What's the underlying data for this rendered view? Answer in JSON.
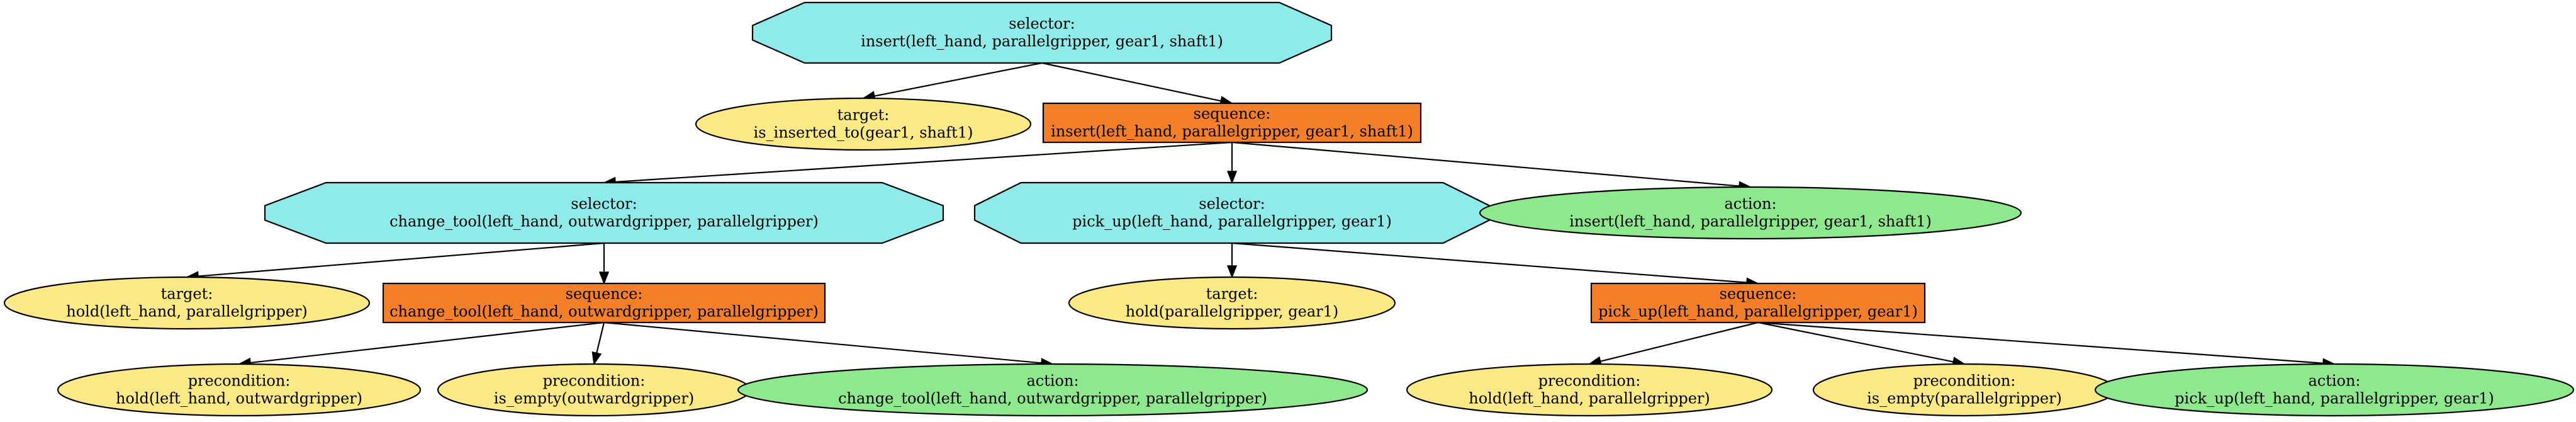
{
  "colors": {
    "selector": "#8eebea",
    "sequence": "#f47f28",
    "target": "#fbe985",
    "precondition": "#fbe985",
    "action": "#8de88e",
    "stroke": "#000000"
  },
  "nodes": [
    {
      "id": "n1",
      "kind": "selector",
      "shape": "octagon",
      "line1": "selector:",
      "line2": "insert(left_hand, parallelgripper, gear1, shaft1)"
    },
    {
      "id": "n2",
      "kind": "target",
      "shape": "ellipse",
      "line1": "target:",
      "line2": "is_inserted_to(gear1, shaft1)"
    },
    {
      "id": "n3",
      "kind": "sequence",
      "shape": "box",
      "line1": "sequence:",
      "line2": "insert(left_hand, parallelgripper, gear1, shaft1)"
    },
    {
      "id": "n4",
      "kind": "selector",
      "shape": "octagon",
      "line1": "selector:",
      "line2": "change_tool(left_hand, outwardgripper, parallelgripper)"
    },
    {
      "id": "n5",
      "kind": "selector",
      "shape": "octagon",
      "line1": "selector:",
      "line2": "pick_up(left_hand, parallelgripper, gear1)"
    },
    {
      "id": "n6",
      "kind": "action",
      "shape": "ellipse",
      "line1": "action:",
      "line2": "insert(left_hand, parallelgripper, gear1, shaft1)"
    },
    {
      "id": "n7",
      "kind": "target",
      "shape": "ellipse",
      "line1": "target:",
      "line2": "hold(left_hand, parallelgripper)"
    },
    {
      "id": "n8",
      "kind": "sequence",
      "shape": "box",
      "line1": "sequence:",
      "line2": "change_tool(left_hand, outwardgripper, parallelgripper)"
    },
    {
      "id": "n9",
      "kind": "target",
      "shape": "ellipse",
      "line1": "target:",
      "line2": "hold(parallelgripper, gear1)"
    },
    {
      "id": "n10",
      "kind": "sequence",
      "shape": "box",
      "line1": "sequence:",
      "line2": "pick_up(left_hand, parallelgripper, gear1)"
    },
    {
      "id": "n11",
      "kind": "precondition",
      "shape": "ellipse",
      "line1": "precondition:",
      "line2": "hold(left_hand, outwardgripper)"
    },
    {
      "id": "n12",
      "kind": "precondition",
      "shape": "ellipse",
      "line1": "precondition:",
      "line2": "is_empty(outwardgripper)"
    },
    {
      "id": "n13",
      "kind": "action",
      "shape": "ellipse",
      "line1": "action:",
      "line2": "change_tool(left_hand, outwardgripper, parallelgripper)"
    },
    {
      "id": "n14",
      "kind": "precondition",
      "shape": "ellipse",
      "line1": "precondition:",
      "line2": "hold(left_hand, parallelgripper)"
    },
    {
      "id": "n15",
      "kind": "precondition",
      "shape": "ellipse",
      "line1": "precondition:",
      "line2": "is_empty(parallelgripper)"
    },
    {
      "id": "n16",
      "kind": "action",
      "shape": "ellipse",
      "line1": "action:",
      "line2": "pick_up(left_hand, parallelgripper, gear1)"
    }
  ],
  "edges": [
    {
      "from": "n1",
      "to": "n2"
    },
    {
      "from": "n1",
      "to": "n3"
    },
    {
      "from": "n3",
      "to": "n4"
    },
    {
      "from": "n3",
      "to": "n5"
    },
    {
      "from": "n3",
      "to": "n6"
    },
    {
      "from": "n4",
      "to": "n7"
    },
    {
      "from": "n4",
      "to": "n8"
    },
    {
      "from": "n5",
      "to": "n9"
    },
    {
      "from": "n5",
      "to": "n10"
    },
    {
      "from": "n8",
      "to": "n11"
    },
    {
      "from": "n8",
      "to": "n12"
    },
    {
      "from": "n8",
      "to": "n13"
    },
    {
      "from": "n10",
      "to": "n14"
    },
    {
      "from": "n10",
      "to": "n15"
    },
    {
      "from": "n10",
      "to": "n16"
    }
  ]
}
